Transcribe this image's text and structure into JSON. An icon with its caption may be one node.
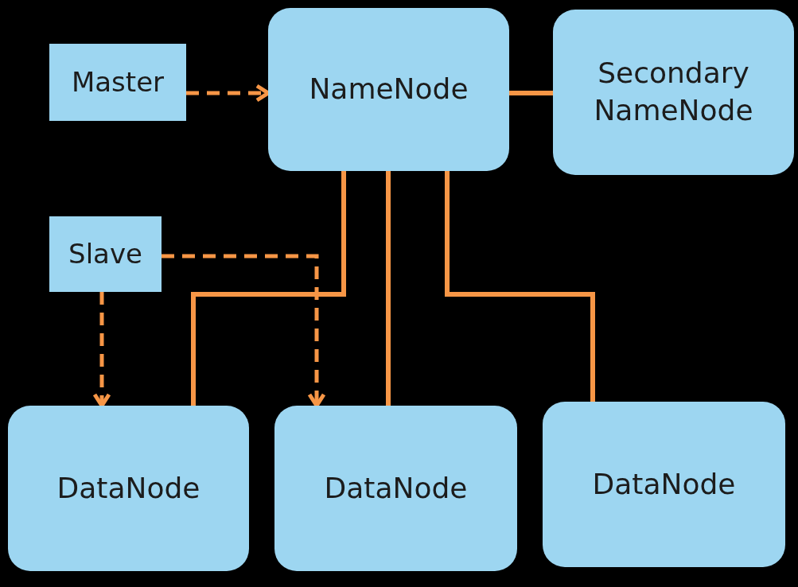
{
  "diagram": {
    "nodes": [
      {
        "text": [
          "Master"
        ]
      },
      {
        "text": [
          "NameNode"
        ]
      },
      {
        "text": [
          "Secondary NameNode"
        ]
      },
      {
        "text": [
          "Slave"
        ]
      },
      {
        "text": [
          "DataNode"
        ]
      },
      {
        "text": [
          "DataNode"
        ]
      },
      {
        "text": [
          "DataNode"
        ]
      }
    ],
    "edges": [
      {
        "from": 0,
        "to": 1,
        "arrow": "to",
        "style": "dashed"
      },
      {
        "from": 1,
        "to": 2,
        "arrow": "none"
      },
      {
        "from": 1,
        "to": 4,
        "arrow": "none"
      },
      {
        "from": 1,
        "to": 5,
        "arrow": "none"
      },
      {
        "from": 1,
        "to": 6,
        "arrow": "none"
      },
      {
        "from": 3,
        "to": 4,
        "arrow": "to",
        "style": "dashed"
      },
      {
        "from": 3,
        "to": 5,
        "arrow": "to",
        "style": "dashed"
      }
    ]
  }
}
